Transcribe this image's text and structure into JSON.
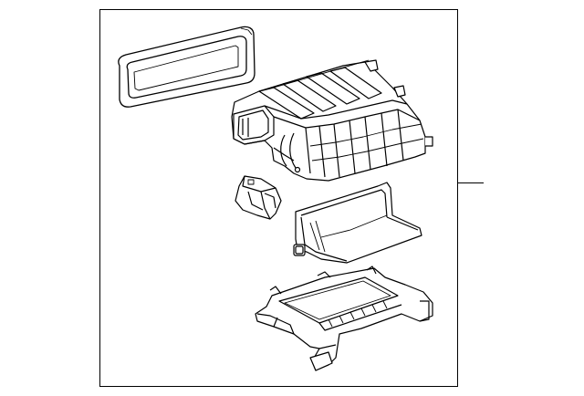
{
  "diagram": {
    "description_free": true,
    "colors": {
      "line": "#000000",
      "fill": "#ffffff",
      "frame": "#000000"
    },
    "parts": [
      {
        "name": "gasket-seal",
        "icon": "gasket-icon"
      },
      {
        "name": "upper-case",
        "icon": "housing-icon"
      },
      {
        "name": "actuator",
        "icon": "actuator-icon"
      },
      {
        "name": "filter-door",
        "icon": "door-icon"
      },
      {
        "name": "lower-tray",
        "icon": "tray-icon"
      }
    ],
    "callout": {
      "label": ""
    }
  }
}
